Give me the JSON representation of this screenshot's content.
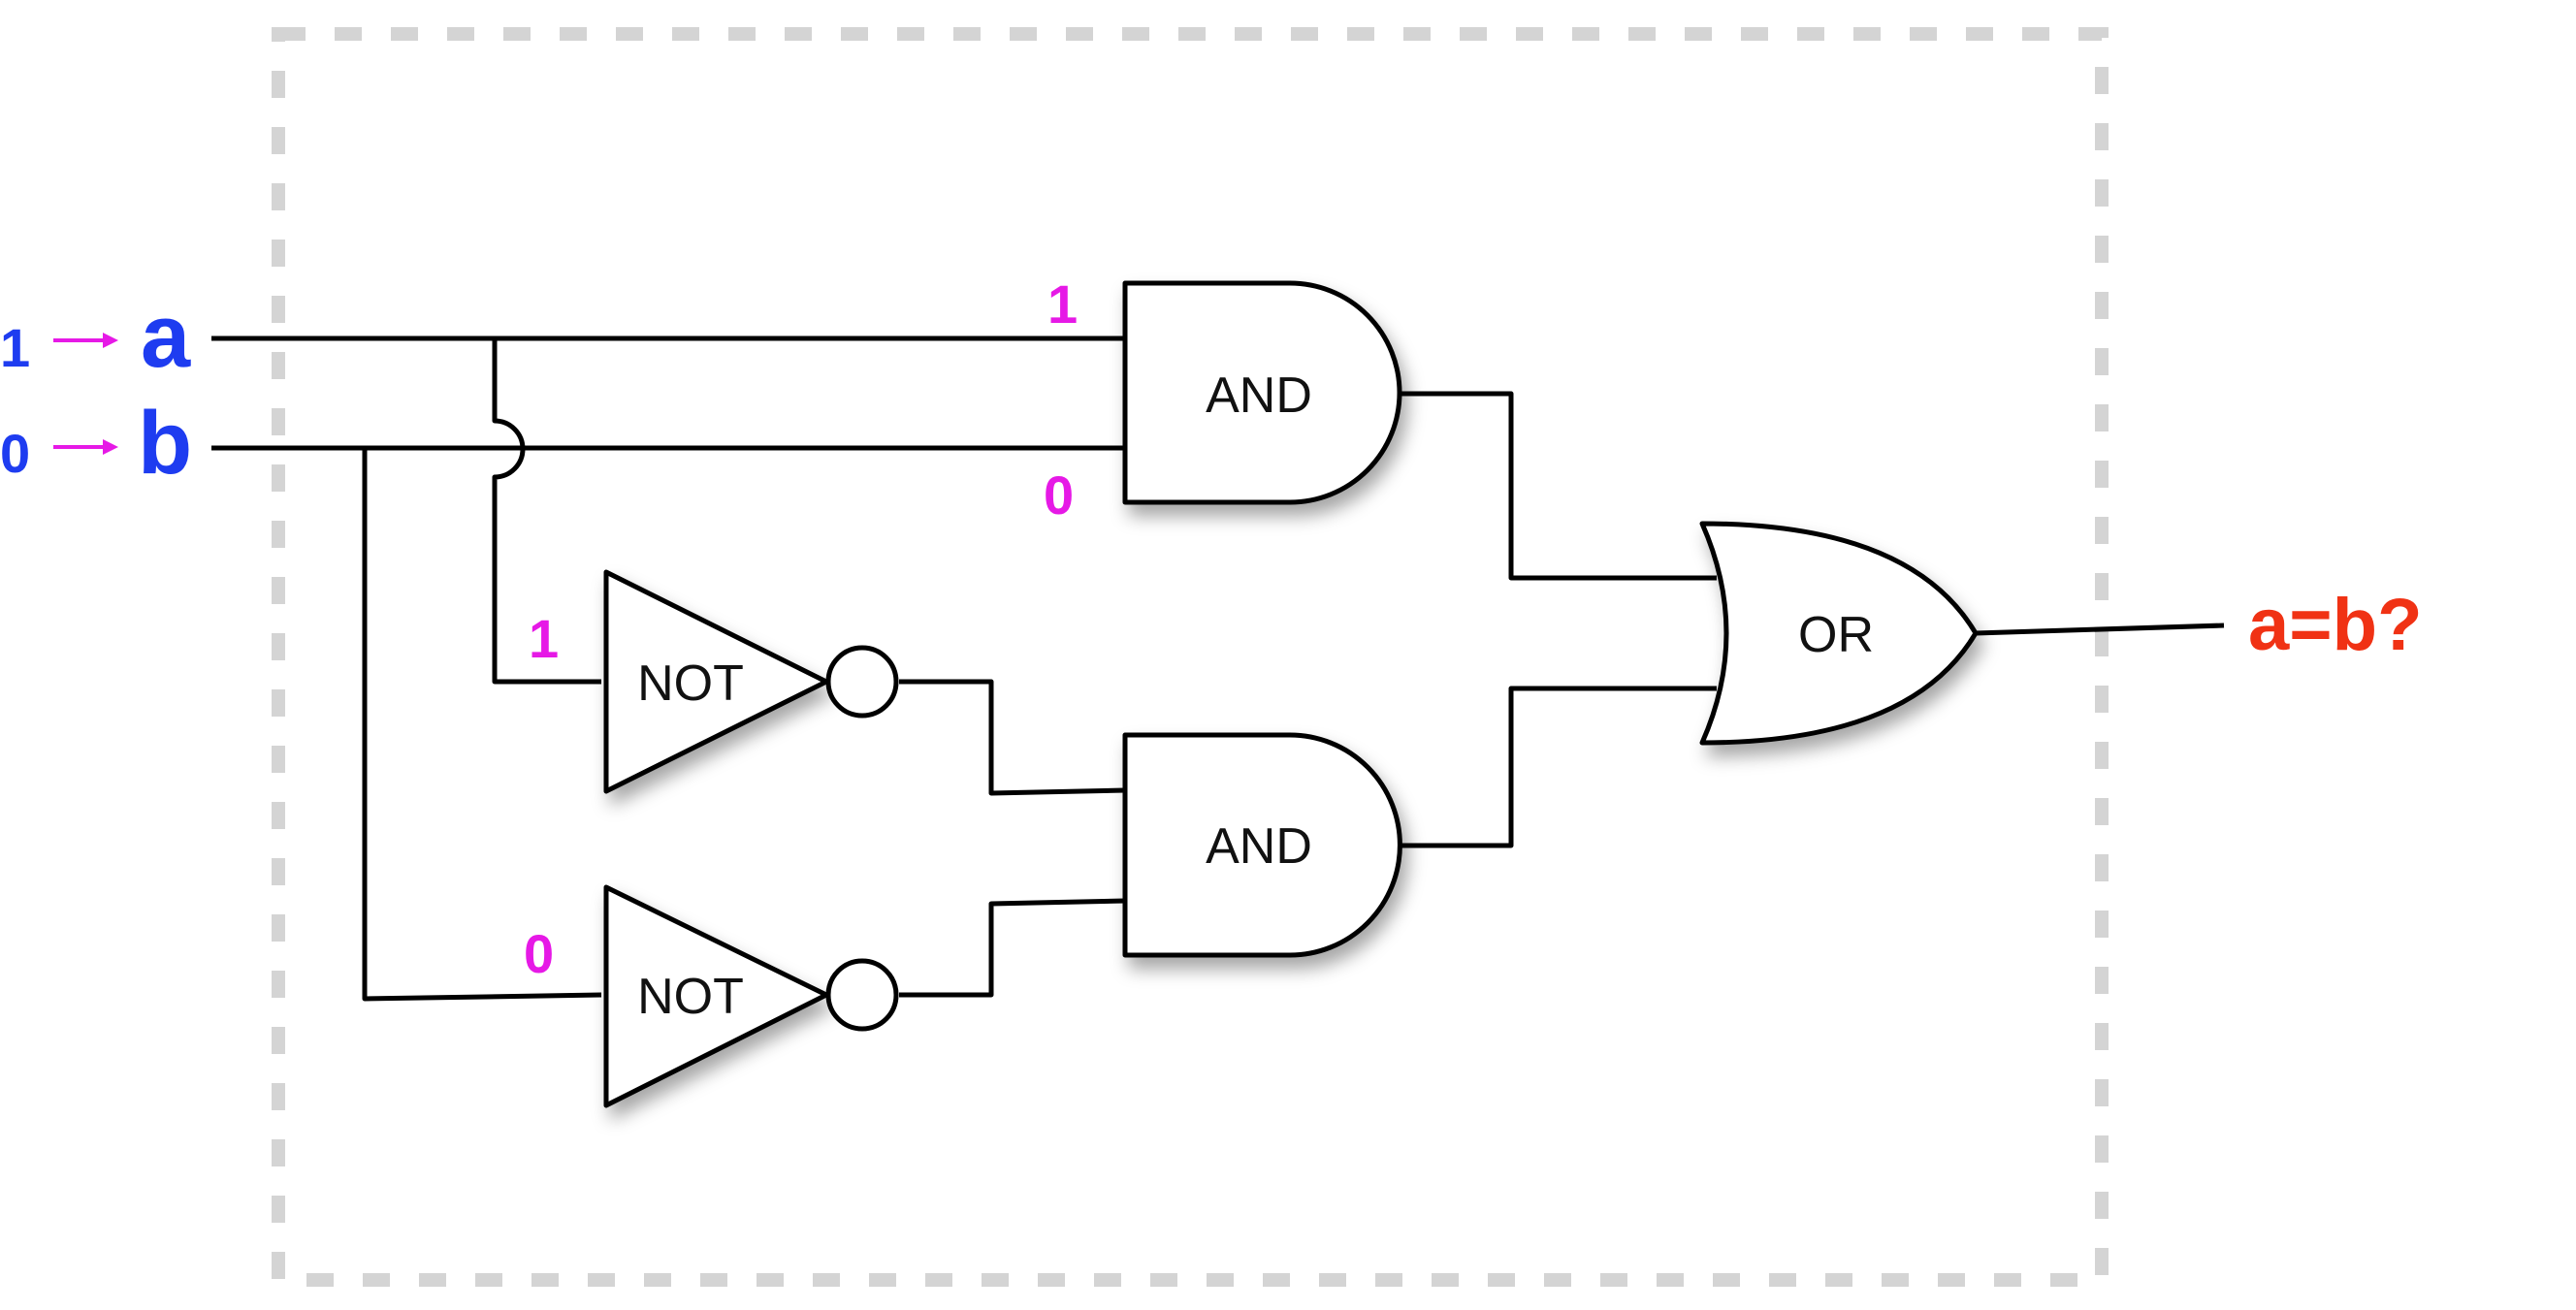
{
  "colors": {
    "input_blue": "#1e3cf0",
    "value_magenta": "#e619e6",
    "output_red": "#f03214",
    "boundary_gray": "#d4d4d4"
  },
  "inputs": {
    "a": {
      "label": "a",
      "value": "1"
    },
    "b": {
      "label": "b",
      "value": "0"
    }
  },
  "gates": {
    "and_top": "AND",
    "and_bottom": "AND",
    "not_top": "NOT",
    "not_bottom": "NOT",
    "or": "OR"
  },
  "signals": {
    "and_top_in_a": "1",
    "and_top_in_b": "0",
    "not_top_in": "1",
    "not_bottom_in": "0"
  },
  "output": {
    "label": "a=b?"
  }
}
